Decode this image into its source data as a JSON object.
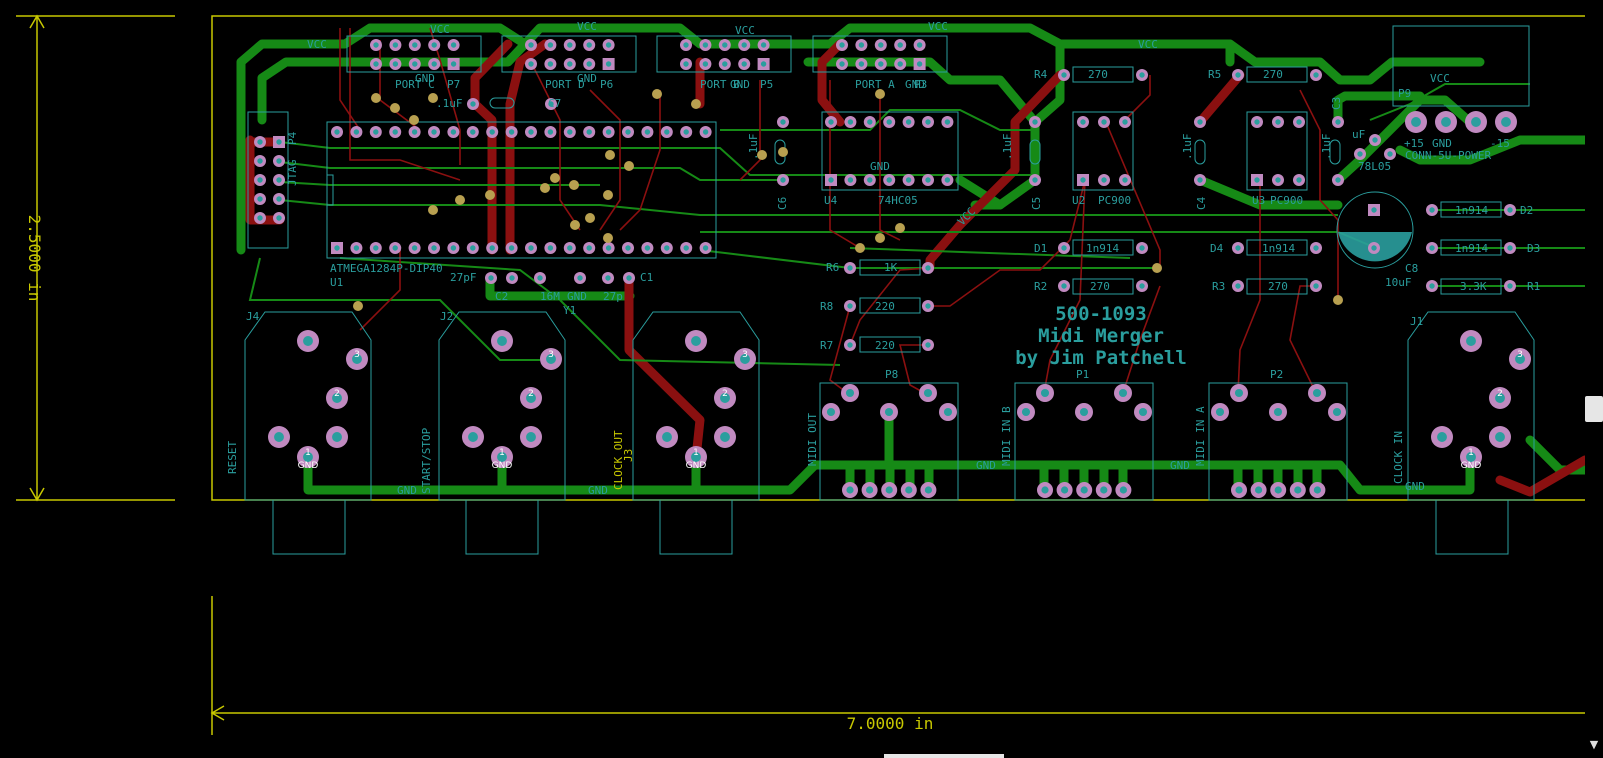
{
  "dimensions": {
    "height": "2.5000 in",
    "width": "7.0000 in"
  },
  "board_title": {
    "line1": "500-1093",
    "line2": "Midi Merger",
    "line3": "by Jim Patchell"
  },
  "refs": {
    "u1": "U1",
    "u1_value": "ATMEGA1284P-DIP40",
    "u2": "U2",
    "u2_value": "PC900",
    "u3": "U3",
    "u3_value": "PC900",
    "u4": "U4",
    "u4_value": "74HC05",
    "y1": "Y1",
    "y1_value": "16M",
    "c1": "C1",
    "c2": "C2",
    "c3": "C3",
    "c4": "C4",
    "c5": "C5",
    "c6": "C6",
    "c7": "C7",
    "c8": "C8",
    "cap_27pf": "27pF",
    "cap_27p": "27p",
    "cap_1uf": ".1uF",
    "cap_10uf": "10uF",
    "cap_uf": "uF",
    "r1": "R1",
    "r2": "R2",
    "r3": "R3",
    "r4": "R4",
    "r5": "R5",
    "r6": "R6",
    "r7": "R7",
    "r8": "R8",
    "r_270": "270",
    "r_1k": "1K",
    "r_220": "220",
    "r_33k": "3.3K",
    "d1": "D1",
    "d2": "D2",
    "d4": "D4",
    "d_val": "1n914",
    "d3_cut": "D3",
    "p1": "P1",
    "p2": "P2",
    "p4": "P4",
    "p8": "P8",
    "p9": "P9",
    "j1": "J1",
    "j2": "J2",
    "j3": "J3",
    "j4": "J4",
    "jtag": "JTAG",
    "reg": "78L05",
    "conn_power": "CONN-5U-POWER",
    "plus15": "+15",
    "minus15": "-15",
    "port_c": "PORT C",
    "port_d": "PORT D",
    "port_b": "PORT B",
    "port_a": "PORT A",
    "p7": "P7",
    "p6": "P6",
    "p5": "P5",
    "p3": "P3"
  },
  "nets": {
    "vcc": "VCC",
    "gnd": "GND"
  },
  "jack_labels": {
    "reset": "RESET",
    "start_stop": "START/STOP",
    "clock_out": "CLOCK OUT",
    "midi_out": "MIDI OUT",
    "midi_in_b": "MIDI IN B",
    "midi_in_a": "MIDI IN A",
    "clock_in": "CLOCK IN"
  },
  "pin_numbers": {
    "one": "1",
    "two": "2",
    "three": "3"
  },
  "colors": {
    "board_edge": "#c8c800",
    "top_copper": "#8b1010",
    "bottom_copper": "#168a16",
    "silk": "#2a9e9e",
    "pad": "#c08ac0",
    "via": "#b8a050",
    "dimension": "#c8c800"
  }
}
